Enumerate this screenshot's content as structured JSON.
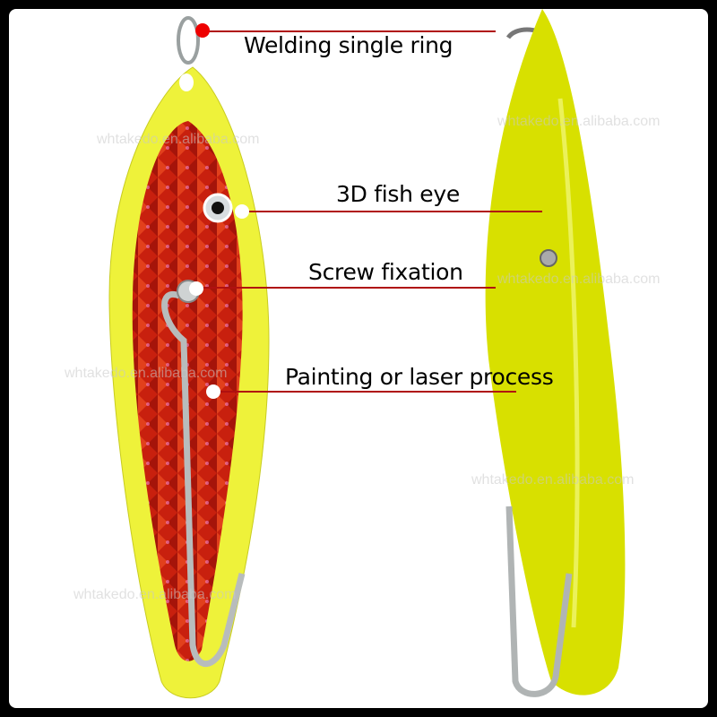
{
  "callouts": [
    {
      "label": "Welding single ring"
    },
    {
      "label": "3D fish eye"
    },
    {
      "label": "Screw fixation"
    },
    {
      "label": "Painting or laser process"
    }
  ],
  "watermark": "whtakedo.en.alibaba.com",
  "colors": {
    "lure_body": "#e8ef2a",
    "lure_back": "#d6e000",
    "flash_panel": "#c8200e",
    "callout_line": "#b01010",
    "ring_dot": "#ee0000"
  }
}
